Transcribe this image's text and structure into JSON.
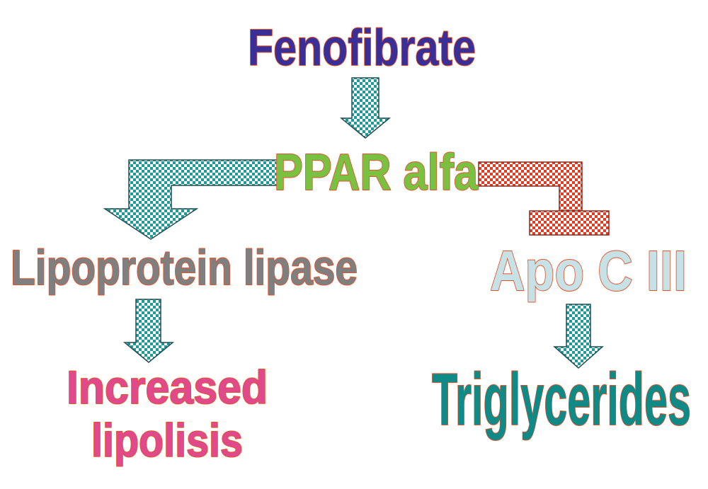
{
  "nodes": {
    "fenofibrate": {
      "label": "Fenofibrate",
      "color": "#3a2f96"
    },
    "ppar": {
      "label": "PPAR alfa",
      "color": "#7ac142"
    },
    "lipoprotein": {
      "label": "Lipoprotein lipase",
      "color": "#7f7f7f"
    },
    "apoc": {
      "label": "Apo C III",
      "color": "#c7e2e6"
    },
    "lipolisis": {
      "line1": "Increased",
      "line2": "lipolisis",
      "color": "#e04a8c"
    },
    "triglycerides": {
      "label": "Triglycerides",
      "color": "#0f8a86"
    }
  },
  "arrows": [
    {
      "from": "Fenofibrate",
      "to": "PPAR alfa",
      "kind": "activation"
    },
    {
      "from": "PPAR alfa",
      "to": "Lipoprotein lipase",
      "kind": "activation"
    },
    {
      "from": "PPAR alfa",
      "to": "Apo C III",
      "kind": "inhibition"
    },
    {
      "from": "Lipoprotein lipase",
      "to": "Increased lipolisis",
      "kind": "activation"
    },
    {
      "from": "Apo C III",
      "to": "Triglycerides",
      "kind": "activation"
    }
  ],
  "colors": {
    "activation_arrow": "#1e9a99",
    "inhibition_arrow": "#e23b22",
    "text_outline": "#e2532a"
  }
}
